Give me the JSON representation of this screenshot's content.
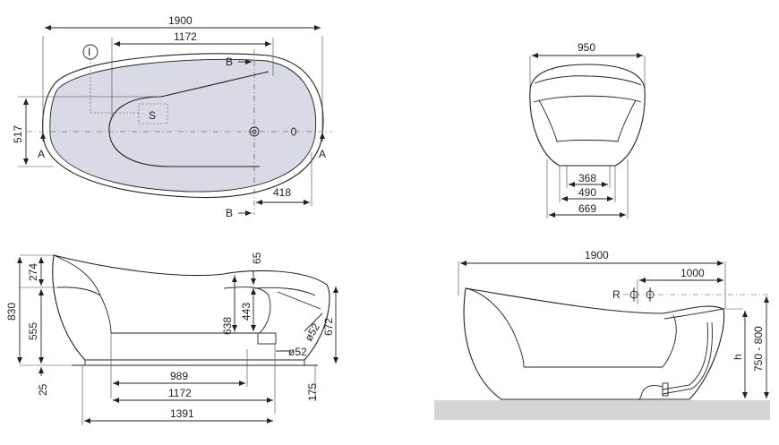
{
  "top_view": {
    "overall_length": "1900",
    "inner_length": "1172",
    "width": "517",
    "drain_offset": "418",
    "section_a": "A",
    "section_b": "B",
    "marker_i": "I",
    "marker_s": "S"
  },
  "end_view": {
    "width": "950",
    "base_inner": "368",
    "base_mid": "490",
    "base_outer": "669"
  },
  "side_view": {
    "height_total": "830",
    "height_top": "274",
    "height_lower": "555",
    "rim_drop": "65",
    "depth_443": "443",
    "depth_638": "638",
    "height_672": "672",
    "overflow_dia": "ø52",
    "drain_dia": "ø52",
    "plinth": "25",
    "foot": "175",
    "base_989": "989",
    "base_1172": "1172",
    "base_1391": "1391"
  },
  "install_view": {
    "overall_length": "1900",
    "tap_offset": "1000",
    "tap_label": "R",
    "h_label": "h",
    "height_range": "750 - 800"
  }
}
